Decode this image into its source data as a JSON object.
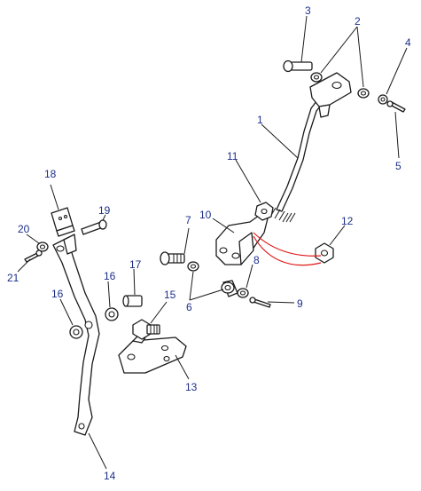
{
  "callouts": {
    "c1": "1",
    "c2": "2",
    "c3": "3",
    "c4": "4",
    "c5": "5",
    "c6": "6",
    "c7": "7",
    "c8": "8",
    "c9": "9",
    "c10": "10",
    "c11": "11",
    "c12": "12",
    "c13": "13",
    "c14": "14",
    "c15": "15",
    "c16a": "16",
    "c16b": "16",
    "c17": "17",
    "c18": "18",
    "c19": "19",
    "c20": "20",
    "c21": "21"
  },
  "colors": {
    "callout_text": "#1c2f8a",
    "line_art": "#1a1a1a",
    "highlight_wire": "#e01818"
  }
}
